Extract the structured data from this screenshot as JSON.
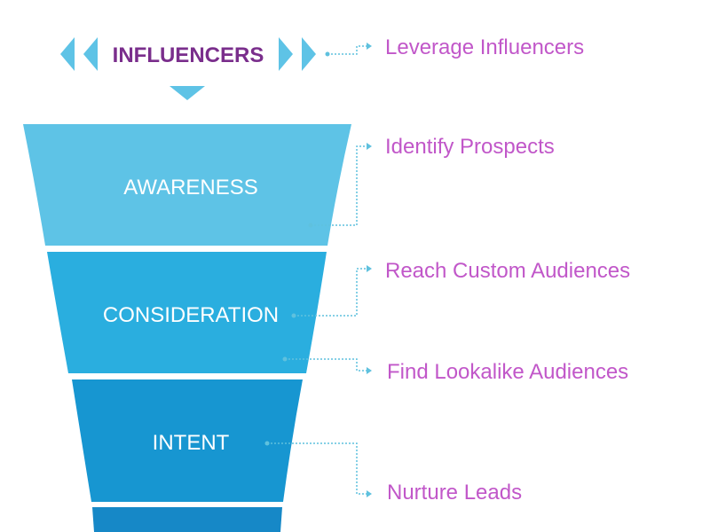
{
  "top": {
    "label": "INFLUENCERS"
  },
  "stages": [
    {
      "label": "AWARENESS"
    },
    {
      "label": "CONSIDERATION"
    },
    {
      "label": "INTENT"
    },
    {
      "label": ""
    }
  ],
  "actions": [
    {
      "label": "Leverage Influencers"
    },
    {
      "label": "Identify Prospects"
    },
    {
      "label": "Reach Custom Audiences"
    },
    {
      "label": "Find Lookalike Audiences"
    },
    {
      "label": "Nurture Leads"
    }
  ],
  "colors": {
    "awareness": "#5ec3e6",
    "consideration": "#2aaedf",
    "intent": "#1796d1",
    "bottom": "#1688c7",
    "chevron": "#5ec3e6",
    "top_text": "#7a2e8c",
    "action_text": "#c157c9",
    "connector": "#5fc1de"
  },
  "icons": {
    "left_chevrons": "double-chevron-left-icon",
    "right_chevrons": "double-chevron-right-icon",
    "down_arrow": "triangle-down-icon"
  }
}
